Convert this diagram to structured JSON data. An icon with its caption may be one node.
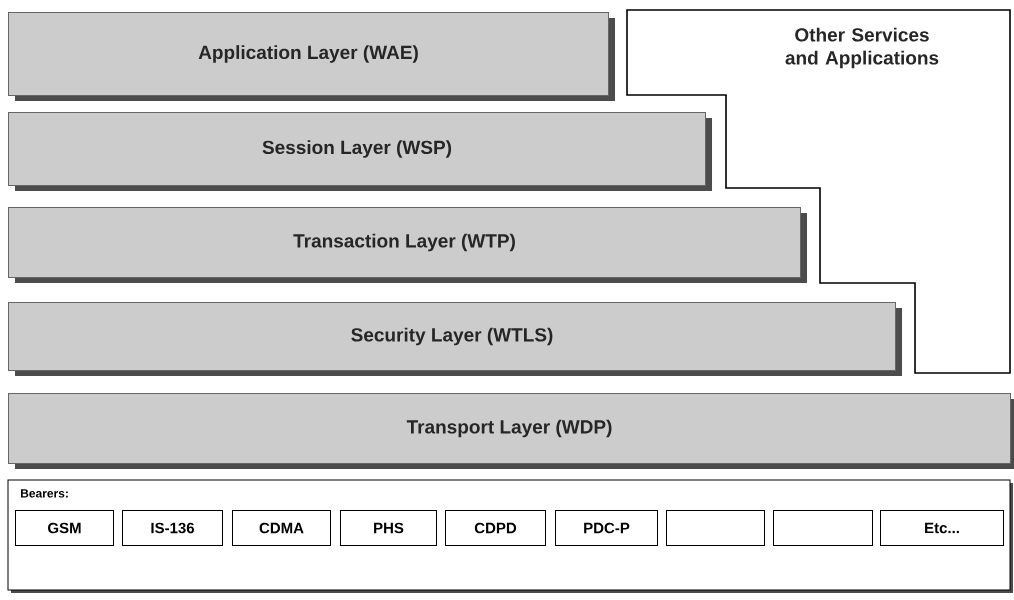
{
  "diagram": {
    "nodes": [
      {
        "text": [
          "Application Layer (WAE)"
        ]
      },
      {
        "text": [
          "Session Layer (WSP)"
        ]
      },
      {
        "text": [
          "Transaction Layer (WTP)"
        ]
      },
      {
        "text": [
          "Security Layer (WTLS)"
        ]
      },
      {
        "text": [
          "Transport Layer (WDP)"
        ]
      },
      {
        "text": [
          "Other Services and Applications"
        ]
      },
      {
        "text": [
          "Bearers:"
        ]
      },
      {
        "text": [
          "GSM"
        ],
        "in": 6
      },
      {
        "text": [
          "IS-136"
        ],
        "in": 6
      },
      {
        "text": [
          "CDMA"
        ],
        "in": 6
      },
      {
        "text": [
          "PHS"
        ],
        "in": 6
      },
      {
        "text": [
          "CDPD"
        ],
        "in": 6
      },
      {
        "text": [
          "PDC-P"
        ],
        "in": 6
      },
      {
        "text": [],
        "shape": "box",
        "in": 6
      },
      {
        "text": [],
        "shape": "box",
        "in": 6
      },
      {
        "text": [
          "Etc..."
        ],
        "in": 6
      }
    ]
  }
}
